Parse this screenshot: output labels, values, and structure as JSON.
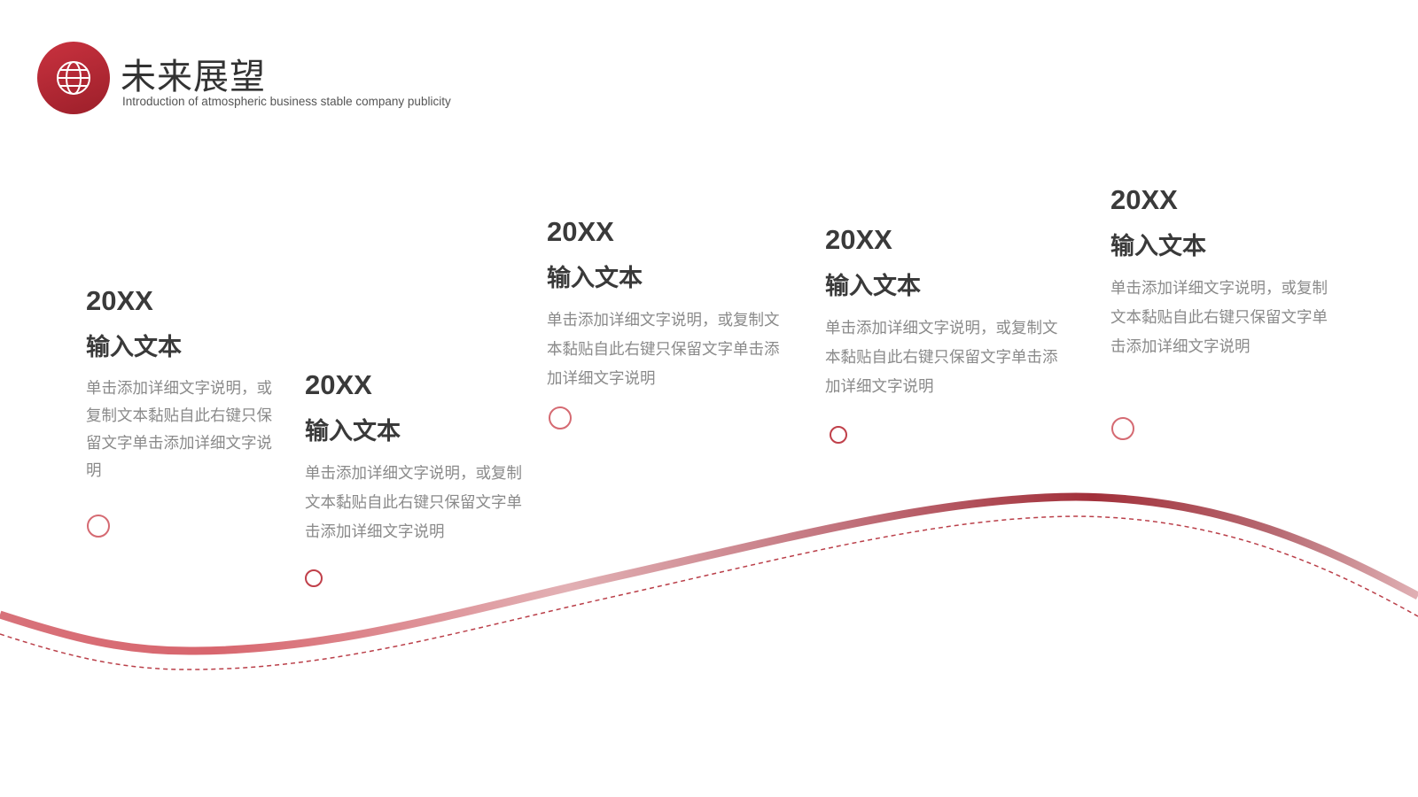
{
  "header": {
    "title": "未来展望",
    "subtitle": "Introduction of atmospheric business stable company publicity",
    "icon": "globe-icon"
  },
  "colors": {
    "accent": "#b22a35",
    "curve_light": "#e0aeb2",
    "curve_pink": "#d8666e"
  },
  "timeline": [
    {
      "year": "20XX",
      "title": "输入文本",
      "desc": "单击添加详细文字说明，或复制文本黏贴自此右键只保留文字单击添加详细文字说明"
    },
    {
      "year": "20XX",
      "title": "输入文本",
      "desc": "单击添加详细文字说明，或复制文本黏贴自此右键只保留文字单击添加详细文字说明"
    },
    {
      "year": "20XX",
      "title": "输入文本",
      "desc": "单击添加详细文字说明，或复制文本黏贴自此右键只保留文字单击添加详细文字说明"
    },
    {
      "year": "20XX",
      "title": "输入文本",
      "desc": "单击添加详细文字说明，或复制文本黏贴自此右键只保留文字单击添加详细文字说明"
    },
    {
      "year": "20XX",
      "title": "输入文本",
      "desc": "单击添加详细文字说明，或复制文本黏贴自此右键只保留文字单击添加详细文字说明"
    }
  ]
}
